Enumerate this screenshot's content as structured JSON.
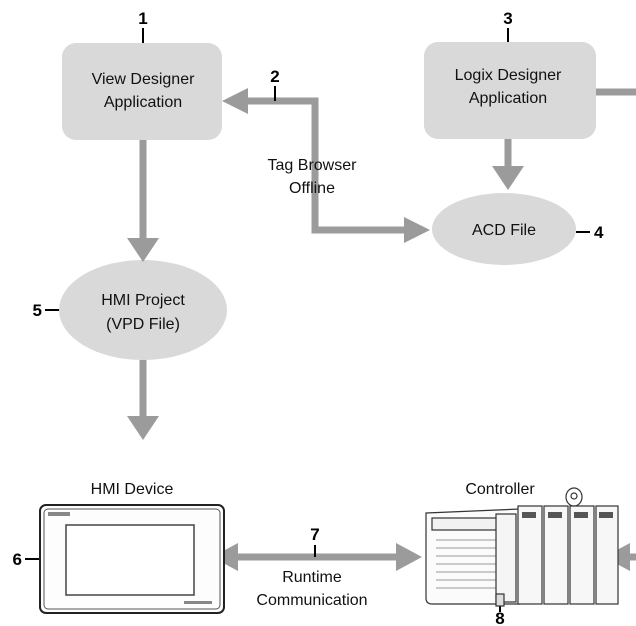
{
  "nodes": {
    "view_designer": {
      "number": "1",
      "line1": "View Designer",
      "line2": "Application"
    },
    "logix_designer": {
      "number": "3",
      "line1": "Logix Designer",
      "line2": "Application"
    },
    "acd_file": {
      "number": "4",
      "label": "ACD File"
    },
    "hmi_project": {
      "number": "5",
      "line1": "HMI Project",
      "line2": "(VPD File)"
    },
    "hmi_device": {
      "number": "6",
      "label": "HMI Device"
    },
    "controller": {
      "number": "8",
      "label": "Controller"
    }
  },
  "connections": {
    "tag_browser": {
      "number": "2",
      "line1": "Tag Browser",
      "line2": "Offline"
    },
    "runtime": {
      "number": "7",
      "line1": "Runtime",
      "line2": "Communication"
    }
  },
  "colors": {
    "box_fill": "#d9d9d9",
    "arrow": "#9b9b9b",
    "text": "#111111"
  }
}
